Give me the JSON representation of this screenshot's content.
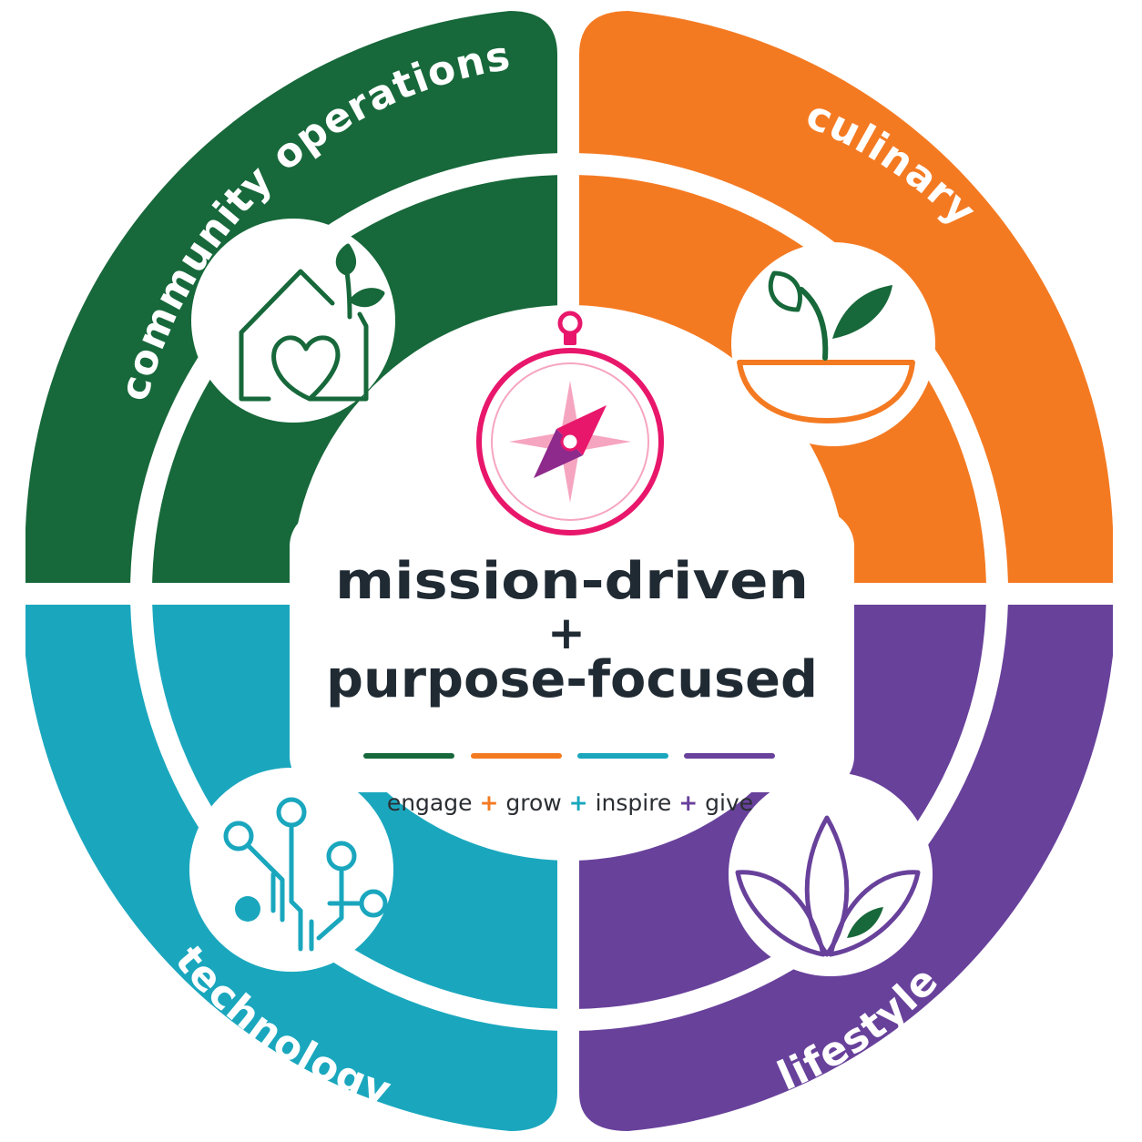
{
  "quadrants": [
    {
      "label": "community operations",
      "color": "#17683a",
      "icon": "house-heart-sprout-icon"
    },
    {
      "label": "culinary",
      "color": "#f47a22",
      "icon": "bowl-sprout-icon"
    },
    {
      "label": "technology",
      "color": "#1aa7be",
      "icon": "circuit-icon"
    },
    {
      "label": "lifestyle",
      "color": "#68419b",
      "icon": "lotus-leaf-icon"
    }
  ],
  "center": {
    "icon": "compass-icon",
    "icon_color": "#e8176b",
    "title_line1": "mission-driven",
    "title_plus": "+",
    "title_line2": "purpose-focused"
  },
  "tagline": {
    "words": [
      "engage",
      "grow",
      "inspire",
      "give"
    ],
    "separator": "+",
    "separator_colors": [
      "#f47a22",
      "#1aa7be",
      "#68419b"
    ]
  },
  "divider_colors": [
    "#17683a",
    "#f47a22",
    "#1aa7be",
    "#68419b"
  ]
}
